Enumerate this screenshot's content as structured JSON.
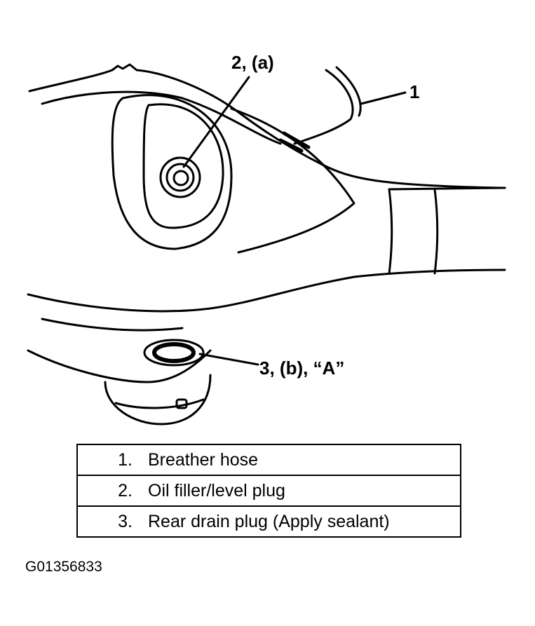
{
  "callouts": {
    "breather": "1",
    "filler": "2, (a)",
    "drain": "3, (b), “A”"
  },
  "legend": [
    {
      "num": "1.",
      "text": "Breather hose"
    },
    {
      "num": "2.",
      "text": "Oil filler/level plug"
    },
    {
      "num": "3.",
      "text": "Rear drain plug (Apply sealant)"
    }
  ],
  "figure_id": "G01356833"
}
